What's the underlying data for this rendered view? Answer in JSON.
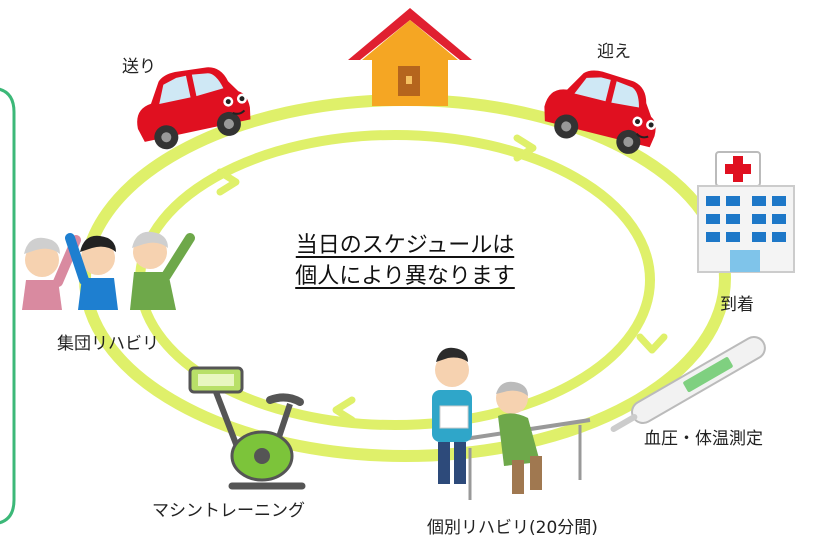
{
  "labels": {
    "send_off": "送り",
    "pickup": "迎え",
    "arrival": "到着",
    "vitals": "血圧・体温測定",
    "individual_rehab": "個別リハビリ(20分間)",
    "machine_training": "マシントレーニング",
    "group_rehab": "集団リハビリ"
  },
  "center": {
    "line1": "当日のスケジュールは",
    "line2": "個人により異なります"
  },
  "colors": {
    "loop": "#dff06a",
    "side_panel": "#3cb878",
    "car": "#e01020",
    "house_roof": "#e02030",
    "house_wall": "#f5a623"
  }
}
